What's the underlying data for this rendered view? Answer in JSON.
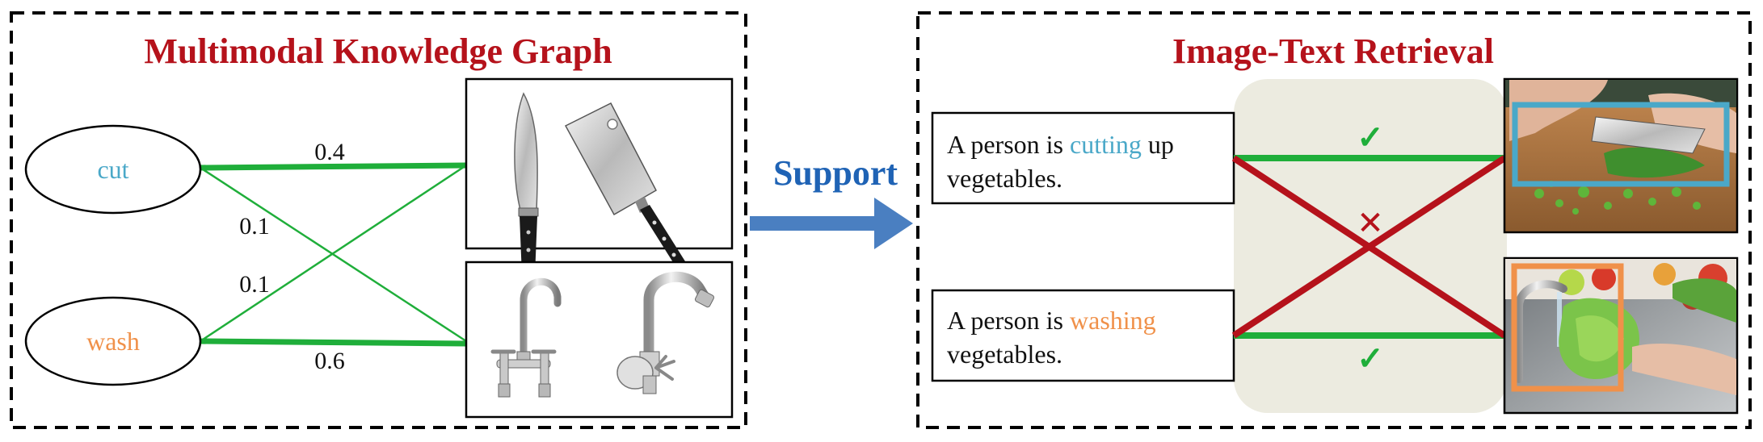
{
  "left_panel": {
    "title": "Multimodal Knowledge Graph",
    "nodes": {
      "cut": "cut",
      "wash": "wash"
    },
    "weights": {
      "cut_knife": "0.4",
      "cut_faucet": "0.1",
      "wash_knife": "0.1",
      "wash_faucet": "0.6"
    }
  },
  "arrow": {
    "label": "Support"
  },
  "right_panel": {
    "title": "Image-Text Retrieval",
    "caption1": {
      "prefix": "A person is ",
      "verb": "cutting",
      "suffix": " up",
      "line2": "vegetables."
    },
    "caption2": {
      "prefix": "A person is ",
      "verb": "washing",
      "suffix": "",
      "line2": "vegetables."
    },
    "marks": {
      "match": "✓",
      "mismatch": "✕"
    }
  },
  "colors": {
    "title_red": "#b5121b",
    "cut_blue": "#4aa8c8",
    "wash_orange": "#f0914a",
    "edge_green": "#1fae3a",
    "cross_red": "#b5121b",
    "arrow_blue": "#4a7fc1",
    "beige": "#ecebe0"
  }
}
